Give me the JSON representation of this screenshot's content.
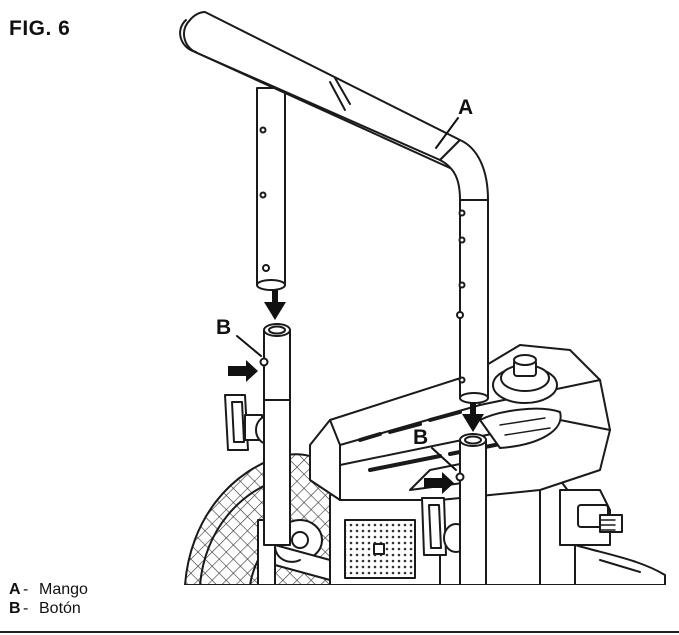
{
  "figure": {
    "title": "FIG. 6"
  },
  "callouts": {
    "handle": "A",
    "button_left": "B",
    "button_right": "B"
  },
  "legend": [
    {
      "key": "A",
      "dash": "-",
      "text": "Mango"
    },
    {
      "key": "B",
      "dash": "-",
      "text": "Botón"
    }
  ]
}
